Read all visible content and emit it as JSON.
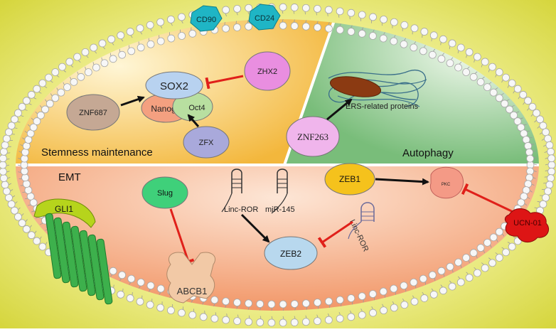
{
  "cell": {
    "markers": [
      "CD90",
      "CD24"
    ]
  },
  "regions": {
    "stemness": "Stemness maintenance",
    "autophagy": "Autophagy",
    "emt": "EMT"
  },
  "nodes": {
    "sox2": "SOX2",
    "nanog": "Nanog",
    "oct4": "Oct4",
    "zhx2": "ZHX2",
    "znf687": "ZNF687",
    "zfx": "ZFX",
    "ers": "ERS-related proteins",
    "znf263": "ZNF263",
    "zeb1": "ZEB1",
    "pkc": "PKC",
    "ucn01": "UCN-01",
    "slug": "Slug",
    "gli1": "GLI1",
    "linc_ror_1": "Linc-ROR",
    "mir145": "miR-145",
    "linc_ror_2": "Linc-ROR",
    "zeb2": "ZEB2",
    "abcb1": "ABCB1"
  },
  "colors": {
    "background": "#e8e86a",
    "stemness_fill": "#f7c54a",
    "autophagy_fill": "#8ec98e",
    "emt_fill": "#f4a070",
    "activation_arrow": "#111111",
    "inhibition_arrow": "#e0201a",
    "marker_fill": "#1fb5c5"
  }
}
